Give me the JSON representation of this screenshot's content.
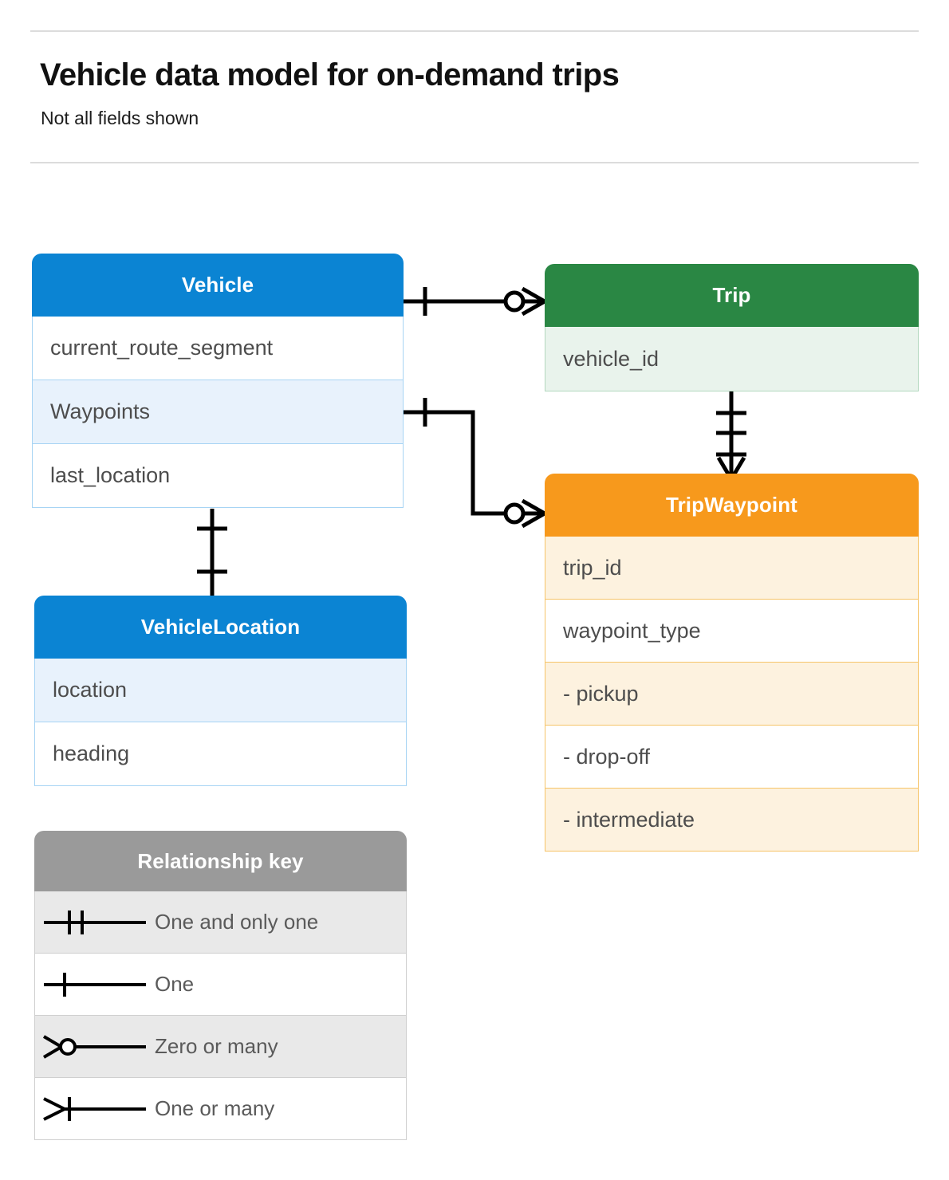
{
  "header": {
    "title": "Vehicle data model for on-demand trips",
    "subtitle": "Not all fields shown"
  },
  "colors": {
    "blue": "#0b84d3",
    "blue_row_alt": "#e8f2fc",
    "green": "#2a8744",
    "green_row_alt": "#e9f3ec",
    "orange": "#f7991c",
    "orange_row_alt": "#fdf2df",
    "gray": "#9a9a9a",
    "gray_row_alt": "#e9e9e9",
    "rule": "#dcdcdc",
    "field_text": "#4d4d4d",
    "connector": "#000000"
  },
  "entities": [
    {
      "id": "vehicle",
      "title": "Vehicle",
      "theme": "blue",
      "fields": [
        {
          "label": "current_route_segment",
          "highlight": false
        },
        {
          "label": "Waypoints",
          "highlight": true
        },
        {
          "label": "last_location",
          "highlight": false
        }
      ]
    },
    {
      "id": "trip",
      "title": "Trip",
      "theme": "green",
      "fields": [
        {
          "label": "vehicle_id",
          "highlight": true
        }
      ]
    },
    {
      "id": "vehiclelocation",
      "title": "VehicleLocation",
      "theme": "blue",
      "fields": [
        {
          "label": "location",
          "highlight": true
        },
        {
          "label": "heading",
          "highlight": false
        }
      ]
    },
    {
      "id": "tripwaypoint",
      "title": "TripWaypoint",
      "theme": "orange",
      "fields": [
        {
          "label": "trip_id",
          "highlight": true
        },
        {
          "label": "waypoint_type",
          "highlight": false
        },
        {
          "label": "- pickup",
          "highlight": true
        },
        {
          "label": "- drop-off",
          "highlight": false
        },
        {
          "label": "- intermediate",
          "highlight": true
        }
      ]
    }
  ],
  "legend": {
    "title": "Relationship key",
    "items": [
      {
        "symbol": "one-and-only-one",
        "label": "One and only one",
        "highlight": true
      },
      {
        "symbol": "one",
        "label": "One",
        "highlight": false
      },
      {
        "symbol": "zero-or-many",
        "label": "Zero or many",
        "highlight": true
      },
      {
        "symbol": "one-or-many",
        "label": "One or many",
        "highlight": false
      }
    ]
  },
  "relationships": [
    {
      "id": "vehicle-trip",
      "from": "Vehicle",
      "to": "Trip",
      "from_cardinality": "one",
      "to_cardinality": "zero-or-many"
    },
    {
      "id": "vehicle-waypoints-tripwaypoint",
      "from": "Vehicle.Waypoints",
      "to": "TripWaypoint",
      "from_cardinality": "one",
      "to_cardinality": "zero-or-many"
    },
    {
      "id": "trip-tripwaypoint",
      "from": "Trip",
      "to": "TripWaypoint",
      "from_cardinality": "one-and-only-one",
      "to_cardinality": "one-or-many"
    },
    {
      "id": "vehicle-vehiclelocation",
      "from": "Vehicle",
      "to": "VehicleLocation",
      "from_cardinality": "one",
      "to_cardinality": "one"
    }
  ]
}
